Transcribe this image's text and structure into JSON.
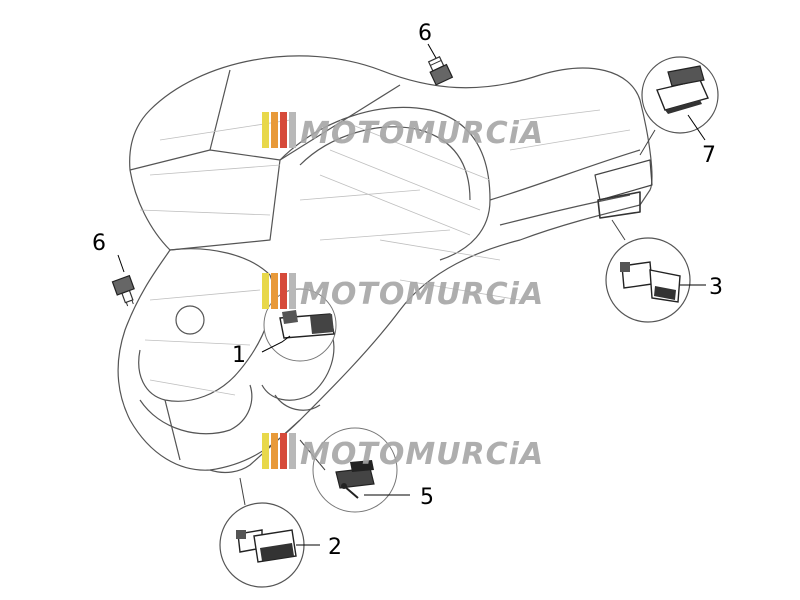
{
  "watermark": {
    "text": "MOTOMURCiA",
    "stripe_colors": [
      "#e8d84a",
      "#e89a3a",
      "#d64a3a",
      "#b8b8b8"
    ]
  },
  "callouts": [
    {
      "id": "part-1",
      "label": "1"
    },
    {
      "id": "part-2",
      "label": "2"
    },
    {
      "id": "part-3",
      "label": "3"
    },
    {
      "id": "part-5",
      "label": "5"
    },
    {
      "id": "part-6a",
      "label": "6"
    },
    {
      "id": "part-6b",
      "label": "6"
    },
    {
      "id": "part-7",
      "label": "7"
    }
  ],
  "colors": {
    "outline": "#444444",
    "faint_line": "#bfbfbf",
    "part_dark": "#333333"
  }
}
